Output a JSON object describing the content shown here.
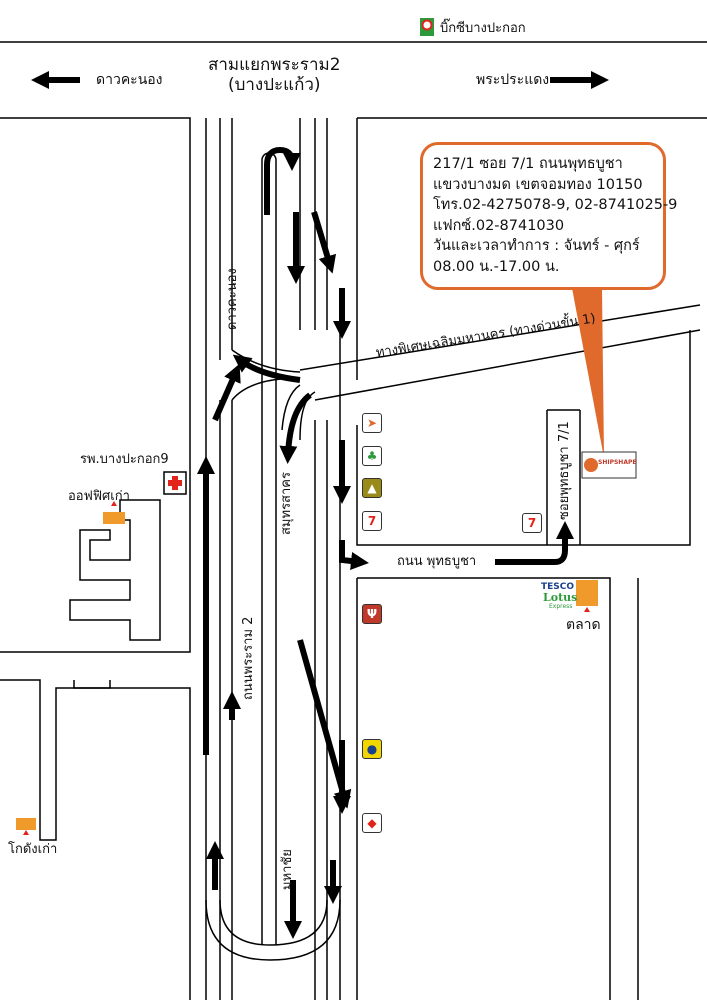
{
  "top_label": "บิ๊กซีบางปะกอก",
  "junction_label": "สามแยกพระราม2\n(บางปะแก้ว)",
  "dir_left": "ดาวคะนอง",
  "dir_right": "พระประแดง",
  "callout": {
    "lines": [
      "217/1 ซอย 7/1 ถนนพุทธบูชา",
      "แขวงบางมด เขตจอมทอง 10150",
      "โทร.02-4275078-9, 02-8741025-9",
      "แฟกซ์.02-8741030",
      "วันและเวลาทำการ : จันทร์ - ศุกร์",
      "08.00 น.-17.00 น."
    ],
    "border_color": "#e06a2c"
  },
  "expressway_label": "ทางพิเศษเฉลิมมหานคร (ทางด่วนขั้น 1)",
  "dao_kanong_road": "ดาวคะนอง",
  "samut_sakhon_road": "สมุทรสาคร",
  "rama2_road": "ถนนพระราม 2",
  "mahachai_road": "มหาชัย",
  "phutthabucha_road": "ถนน พุทธบูชา",
  "soi_label": "ซอยพุทธบูชา 7/1",
  "hospital_label": "รพ.บางปะกอก9",
  "old_office_label": "ออฟฟิศเก่า",
  "old_warehouse_label": "โกดังเก่า",
  "market_label": "ตลาด",
  "tesco_brand": "TESCO",
  "lotus_brand": "Lotus",
  "lotus_sub": "Express",
  "shipshape_brand": "SHIPSHAPE",
  "logos": [
    "bangchak-icon",
    "shell-like-icon",
    "krungsri-icon",
    "seven-eleven-icon",
    "yamaha-icon",
    "esso-icon",
    "mitsubishi-icon"
  ],
  "accent_color": "#ef9a2a"
}
